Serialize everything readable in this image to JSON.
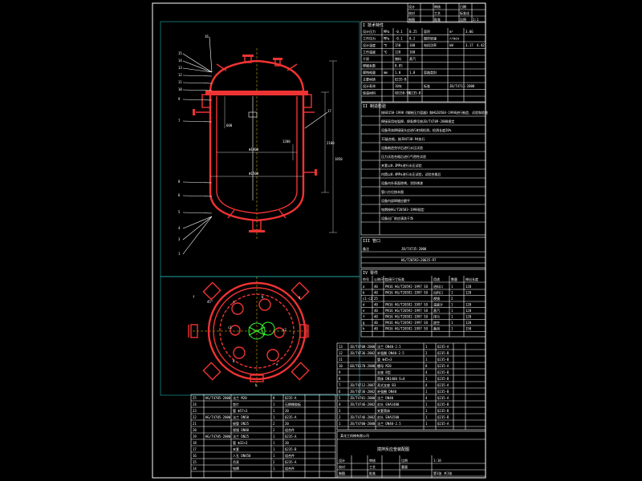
{
  "title_tag": {
    "rows": [
      [
        "设计",
        "",
        "审核",
        "",
        "日期",
        ""
      ],
      [
        "校对",
        "",
        "工艺",
        "",
        "标准化",
        ""
      ],
      [
        "制图",
        "",
        "批准",
        "",
        "比例",
        "1:1"
      ]
    ]
  },
  "sections": {
    "s1": "I 技术特性",
    "s2": "II 制造检验",
    "s3": "III 管口",
    "s4": "IV 零件"
  },
  "tech_rows": [
    [
      "设计压力",
      "MPa",
      "-0.1",
      "0.25",
      "容积",
      "m³",
      "3.06"
    ],
    [
      "工作压力",
      "MPa",
      "-0.1",
      "0.2",
      "搅拌转速",
      "r/min",
      ""
    ],
    [
      "设计温度",
      "℃",
      "150",
      "180",
      "电机功率",
      "kW",
      "3.17",
      "4.42"
    ],
    [
      "工作温度",
      "℃",
      "120",
      "160",
      "",
      "",
      ""
    ],
    [
      "介质",
      "",
      "物料",
      "蒸汽",
      "",
      "",
      ""
    ],
    [
      "焊缝系数",
      "",
      "0.85",
      "",
      "",
      "",
      ""
    ],
    [
      "腐蚀裕量",
      "mm",
      "1.0",
      "1.0",
      "容器类别",
      "",
      ""
    ],
    [
      "主要材质",
      "",
      "Q235-B",
      "",
      "",
      "",
      ""
    ],
    [
      "设计寿命",
      "",
      "10年",
      "",
      "标准",
      "JB/T4711-2000",
      ""
    ],
    [
      "保温材料",
      "",
      "GB150-98",
      "Q235-B",
      "",
      "",
      ""
    ]
  ],
  "manufacture_rows": [
    "按GB150-1998《钢制压力容器》和HG20584-1998进行制造、试验和验收",
    "焊接采用电弧焊，焊条牌号按JB/T4709-2000规定",
    "设备壳体焊接接头应进行射线检测，检测长度20%",
    "II级合格，按JB4730-94执行",
    "设备制造完毕后进行水压试验",
    "压力试验合格后进行气密性试验",
    "夹套以0.3MPa进行水压试验",
    "内筒以0.4MPa进行水压试验，试验合格后",
    "设备内外表面除锈，涂防锈漆",
    "管口方位按本图",
    "设备内部焊缝应磨平",
    "铭牌按HG/T20583-1998规定",
    "设备出厂前应清洗干净"
  ],
  "misc_rows": [
    [
      "备注",
      "JB/T4735-2000"
    ],
    [
      "",
      ""
    ],
    [
      "",
      "HG/T20592~20635-97"
    ]
  ],
  "nozzle_header": [
    "符号",
    "公称尺寸",
    "连接尺寸标准",
    "用途",
    "数量",
    "伸出长度"
  ],
  "nozzle_rows": [
    [
      "a",
      "40",
      "PN16 HG/T20592-1997 SO",
      "进料口",
      "1",
      "120"
    ],
    [
      "b",
      "40",
      "PN16 HG/T20592-1997 SO",
      "出料口",
      "1",
      "120"
    ],
    [
      "c1-c2",
      "25",
      "",
      "视镜",
      "2",
      ""
    ],
    [
      "d",
      "40",
      "PN16 HG/T20592-1997 SO",
      "温度计",
      "1",
      "120"
    ],
    [
      "e",
      "40",
      "PN16 HG/T20592-1997 SO",
      "蒸汽",
      "1",
      "120"
    ],
    [
      "f",
      "40",
      "PN16 HG/T20592-1997 SO",
      "排污",
      "1",
      "120"
    ],
    [
      "g",
      "40",
      "PN16 HG/T20592-1997 SO",
      "放空",
      "1",
      "120"
    ],
    [
      "h",
      "40",
      "PN16 HG/T20592-1997 SO",
      "备用",
      "1",
      "150"
    ]
  ],
  "parts_right": [
    [
      "13",
      "JB/T4700-2000",
      "法兰 DN40-2.5",
      "1",
      "Q235-A"
    ],
    [
      "12",
      "JB/T4736-2002",
      "补强圈 DN40-2.5",
      "2",
      "Q235-B"
    ],
    [
      "11",
      "",
      "管 Φ45×3",
      "1",
      "Q235-B"
    ],
    [
      "10",
      "GB/T6170-2000",
      "螺母 M20",
      "8",
      "Q235-A"
    ],
    [
      "9",
      "",
      "支座 B型",
      "4",
      "Q235-B"
    ],
    [
      "8",
      "",
      "筒体 DN1400 δ=8",
      "1",
      "Q235-B"
    ],
    [
      "7",
      "JB/T4712-2007",
      "耳式支座 B3",
      "4",
      "Q235-A"
    ],
    [
      "6",
      "JB/T4736-2002",
      "补强圈 DN40",
      "1",
      "Q235-B"
    ],
    [
      "5",
      "JB/T4701-2000",
      "法兰 DN40",
      "4",
      "Q235-A"
    ],
    [
      "4",
      "JB/T4746-2002",
      "封头 EHA1400",
      "1",
      "Q235-B"
    ],
    [
      "3",
      "",
      "夹套筒体",
      "1",
      "Q235-B"
    ],
    [
      "2",
      "JB/T4746-2002",
      "封头 EHA1500",
      "1",
      "Q235-B"
    ],
    [
      "1",
      "JB/T4700-2000",
      "法兰 DN40-2.5",
      "1",
      "Q235-A"
    ]
  ],
  "parts_left": [
    [
      "25",
      "HG/T4705-2000",
      "法兰 M20",
      "8",
      "Q235-A"
    ],
    [
      "24",
      "",
      "垫片",
      "1",
      "石棉橡胶板"
    ],
    [
      "23",
      "",
      "管 Φ57×3",
      "1",
      "20"
    ],
    [
      "22",
      "HG/T4705-2000",
      "法兰 DN50",
      "1",
      "Q235-A"
    ],
    [
      "21",
      "",
      "接管 DN25",
      "2",
      "20"
    ],
    [
      "20",
      "",
      "视镜 DN80",
      "2",
      "组合件"
    ],
    [
      "19",
      "HG/T4705-2000",
      "法兰 DN25",
      "1",
      "Q235-A"
    ],
    [
      "18",
      "",
      "管 Φ32×3",
      "1",
      "20"
    ],
    [
      "17",
      "",
      "夹套",
      "1",
      "Q235-B"
    ],
    [
      "16",
      "",
      "人孔 DN450",
      "1",
      "组合件"
    ],
    [
      "15",
      "",
      "吊耳",
      "2",
      "Q235-A"
    ],
    [
      "14",
      "",
      "铭牌",
      "1",
      "组合件"
    ]
  ],
  "title_block": {
    "company": "某化工机械有限公司",
    "drawing_name": "搅拌反应釜装配图",
    "scale": "1:10",
    "sheet": "第 1 张",
    "sheets": "共 1 张",
    "rows": [
      [
        "设计",
        "",
        "审核",
        "",
        "比例",
        "1:10"
      ],
      [
        "校对",
        "",
        "工艺",
        "",
        "重量",
        ""
      ],
      [
        "制图",
        "",
        "批准",
        "",
        "",
        "第1张 共1张"
      ]
    ]
  },
  "elevation_labels": [
    "16",
    "15",
    "14",
    "13",
    "12",
    "11",
    "10",
    "9",
    "7",
    "8",
    "6",
    "5",
    "4",
    "3",
    "1",
    "17"
  ],
  "plan_labels": [
    "a",
    "b",
    "c1",
    "c2",
    "d",
    "e",
    "f",
    "g",
    "h",
    "45°"
  ],
  "dims": [
    "Φ1400",
    "Φ1500",
    "2100",
    "1850",
    "600",
    "1200"
  ],
  "colors": {
    "vessel": "#e33",
    "frame": "#2ad8d8",
    "center": "#e8d000",
    "agitator": "#3f3"
  }
}
